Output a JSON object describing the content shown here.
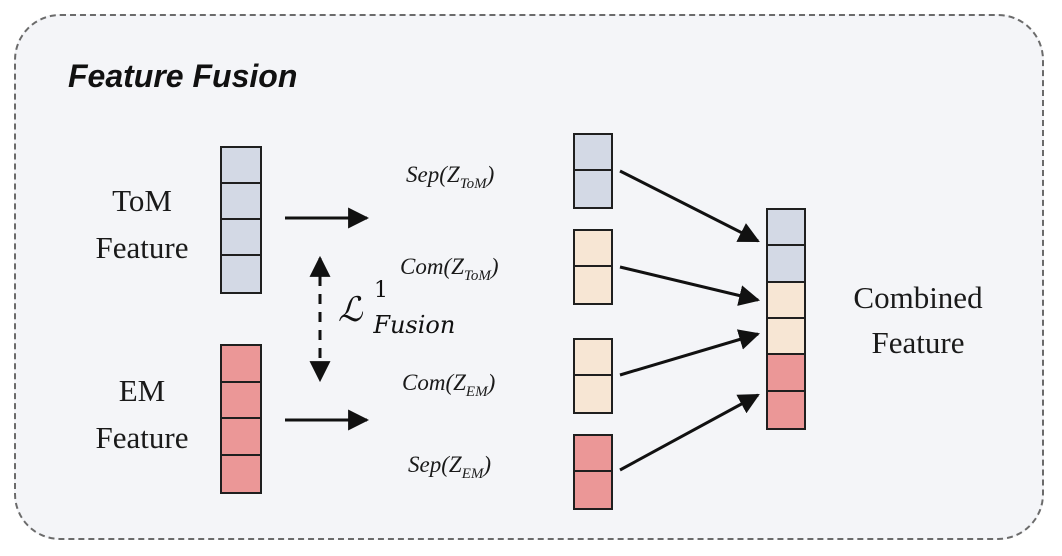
{
  "title": "Feature Fusion",
  "inputs": {
    "tom_label_line1": "ToM",
    "tom_label_line2": "Feature",
    "em_label_line1": "EM",
    "em_label_line2": "Feature"
  },
  "middle": {
    "sep_tom": {
      "fn": "Sep",
      "var": "Z",
      "sub": "ToM"
    },
    "com_tom": {
      "fn": "Com",
      "var": "Z",
      "sub": "ToM"
    },
    "com_em": {
      "fn": "Com",
      "var": "Z",
      "sub": "EM"
    },
    "sep_em": {
      "fn": "Sep",
      "var": "Z",
      "sub": "EM"
    }
  },
  "loss": {
    "symbol": "ℒ",
    "superscript": "1",
    "subscript": "Fusion"
  },
  "output": {
    "line1": "Combined",
    "line2": "Feature"
  },
  "colors": {
    "tom": "#d3d9e5",
    "common": "#f7e6d4",
    "em": "#eb9797",
    "background": "#f4f5f8"
  }
}
